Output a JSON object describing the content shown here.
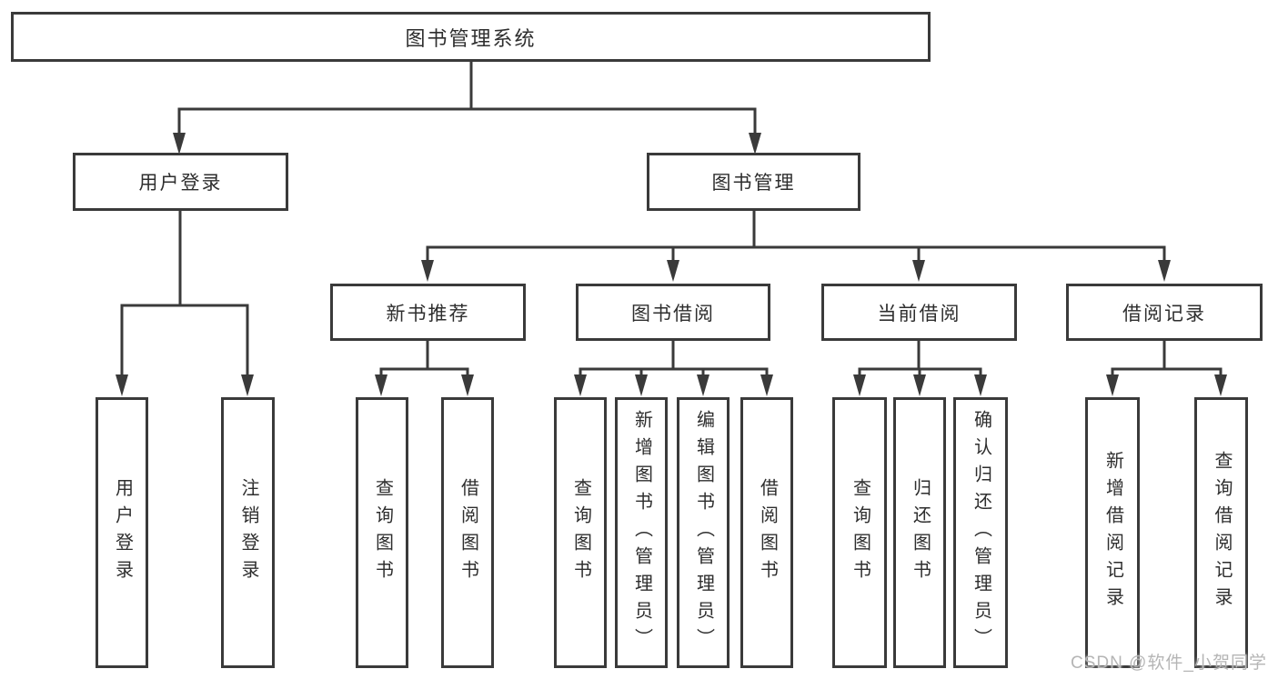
{
  "colors": {
    "line": "#3a3a3a",
    "text": "#2e2e2e",
    "background": "#ffffff",
    "watermark": "#b5b5b5"
  },
  "tree": {
    "root": "图书管理系统",
    "branches": [
      {
        "label": "用户登录",
        "leaves": [
          "用户登录",
          "注销登录"
        ]
      },
      {
        "label": "图书管理",
        "groups": [
          {
            "label": "新书推荐",
            "leaves": [
              "查询图书",
              "借阅图书"
            ]
          },
          {
            "label": "图书借阅",
            "leaves": [
              "查询图书",
              "新增图书（管理员）",
              "编辑图书（管理员）",
              "借阅图书"
            ]
          },
          {
            "label": "当前借阅",
            "leaves": [
              "查询图书",
              "归还图书",
              "确认归还（管理员）"
            ]
          },
          {
            "label": "借阅记录",
            "leaves": [
              "新增借阅记录",
              "查询借阅记录"
            ]
          }
        ]
      }
    ]
  },
  "watermark": "CSDN @软件_小贺同学"
}
